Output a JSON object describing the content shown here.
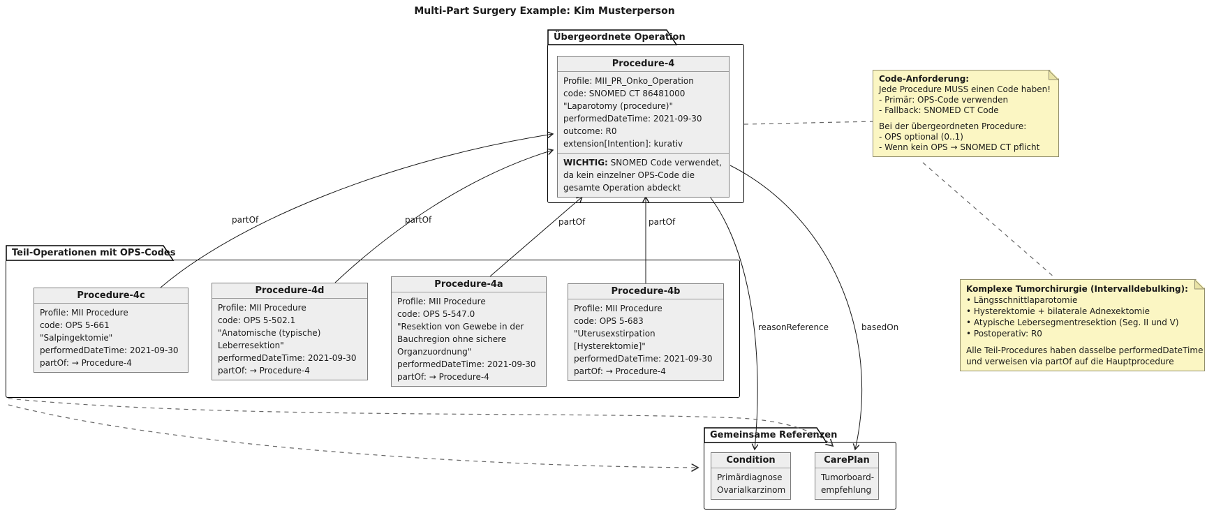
{
  "title": "Multi-Part Surgery Example: Kim Musterperson",
  "packages": {
    "uebergeordnet": {
      "label": "Übergeordnete Operation"
    },
    "teil": {
      "label": "Teil-Operationen mit OPS-Codes"
    },
    "gemeinsam": {
      "label": "Gemeinsame Referenzen"
    }
  },
  "classes": {
    "procedure4": {
      "title": "Procedure-4",
      "lines": [
        "Profile: MII_PR_Onko_Operation",
        "code: SNOMED CT 86481000",
        "\"Laparotomy (procedure)\"",
        "performedDateTime: 2021-09-30",
        "outcome: R0",
        "extension[Intention]: kurativ"
      ],
      "wichtig": {
        "bold": "WICHTIG:",
        "line1": " SNOMED Code verwendet,",
        "line2": "da kein einzelner OPS-Code die",
        "line3": "gesamte Operation abdeckt"
      }
    },
    "procedure4c": {
      "title": "Procedure-4c",
      "lines": [
        "Profile: MII Procedure",
        "code: OPS 5-661",
        "\"Salpingektomie\"",
        "performedDateTime: 2021-09-30",
        "partOf: → Procedure-4"
      ]
    },
    "procedure4d": {
      "title": "Procedure-4d",
      "lines": [
        "Profile: MII Procedure",
        "code: OPS 5-502.1",
        "\"Anatomische (typische)",
        "Leberresektion\"",
        "performedDateTime: 2021-09-30",
        "partOf: → Procedure-4"
      ]
    },
    "procedure4a": {
      "title": "Procedure-4a",
      "lines": [
        "Profile: MII Procedure",
        "code: OPS 5-547.0",
        "\"Resektion von Gewebe in der",
        "Bauchregion ohne sichere",
        "Organzuordnung\"",
        "performedDateTime: 2021-09-30",
        "partOf: → Procedure-4"
      ]
    },
    "procedure4b": {
      "title": "Procedure-4b",
      "lines": [
        "Profile: MII Procedure",
        "code: OPS 5-683",
        "\"Uterusexstirpation",
        "[Hysterektomie]\"",
        "performedDateTime: 2021-09-30",
        "partOf: → Procedure-4"
      ]
    },
    "condition": {
      "title": "Condition",
      "lines": [
        "Primärdiagnose",
        "Ovarialkarzinom"
      ]
    },
    "careplan": {
      "title": "CarePlan",
      "lines": [
        "Tumorboard-",
        "empfehlung"
      ]
    }
  },
  "notes": {
    "code_anforderung": {
      "lines": [
        "Code-Anforderung:",
        "Jede Procedure MUSS einen Code haben!",
        "- Primär: OPS-Code verwenden",
        "- Fallback: SNOMED CT Code",
        "",
        "Bei der übergeordneten Procedure:",
        "- OPS optional (0..1)",
        "- Wenn kein OPS → SNOMED CT pflicht"
      ]
    },
    "komplexe_tumorchirurgie": {
      "lines": [
        "Komplexe Tumorchirurgie (Intervalldebulking):",
        "• Längsschnittlaparotomie",
        "• Hysterektomie + bilaterale Adnexektomie",
        "• Atypische Lebersegmentresektion (Seg. II und V)",
        "• Postoperativ: R0",
        "",
        "Alle Teil-Procedures haben dasselbe performedDateTime",
        "und verweisen via partOf auf die Hauptprocedure"
      ]
    }
  },
  "edge_labels": {
    "part_of": "partOf",
    "reason_reference": "reasonReference",
    "based_on": "basedOn"
  },
  "colors": {
    "note_background": "#fbf6c3",
    "note_border": "#928e6d",
    "class_background": "#eeeeee",
    "class_border": "#7d7d7d",
    "edge_solid": "#1a1a1a",
    "edge_dashed": "#666666"
  }
}
